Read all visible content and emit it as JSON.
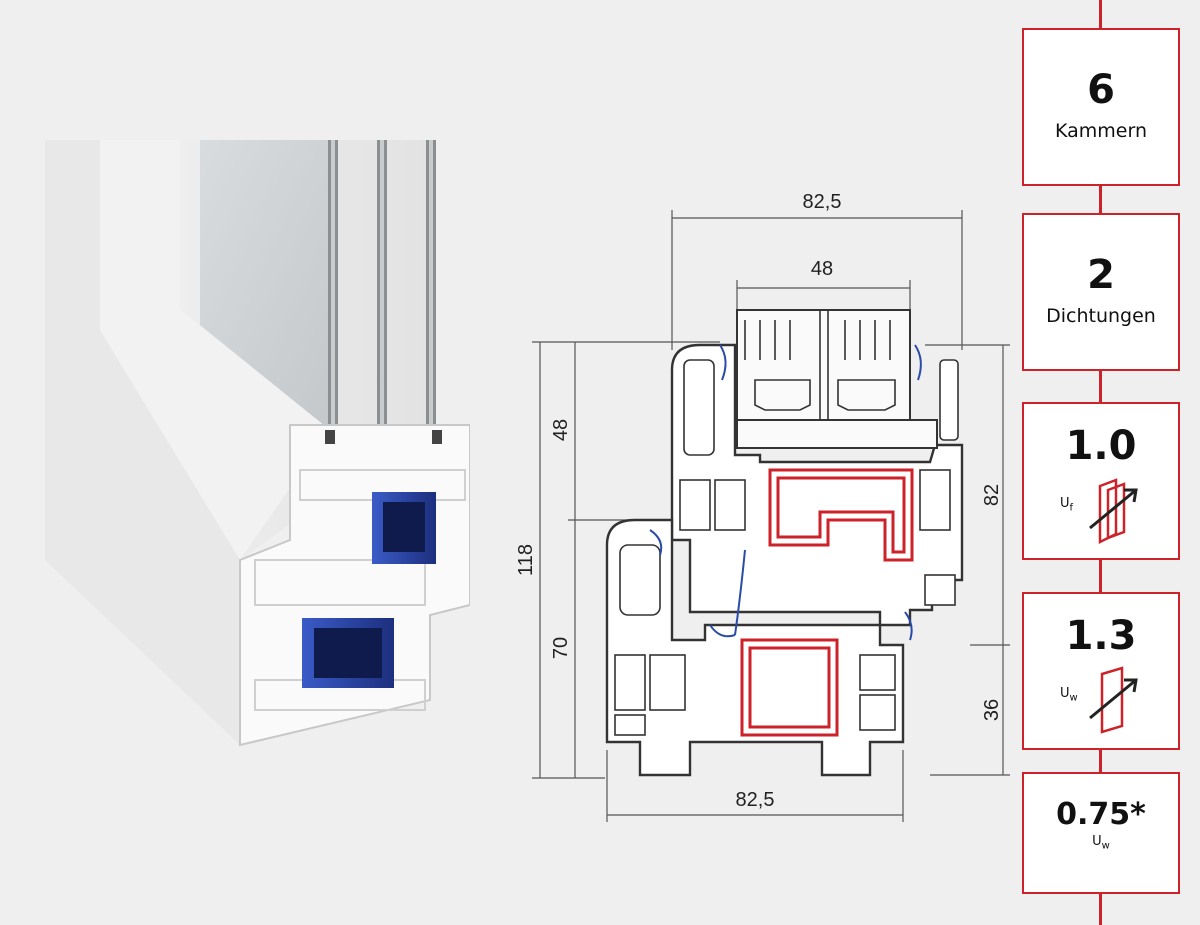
{
  "brand_color": "#cc2229",
  "drawing": {
    "dimensions": {
      "top_width": "82,5",
      "glazing_width": "48",
      "sash_height": "48",
      "total_height": "118",
      "frame_height": "70",
      "right_height": "82",
      "right_lower_height": "36",
      "bottom_width": "82,5"
    }
  },
  "specs": [
    {
      "value": "6",
      "label": "Kammern"
    },
    {
      "value": "2",
      "label": "Dichtungen"
    },
    {
      "value": "1.0",
      "unit_main": "U",
      "unit_sub": "f",
      "icon": "window-frame-icon"
    },
    {
      "value": "1.3",
      "unit_main": "U",
      "unit_sub": "w",
      "icon": "window-icon"
    },
    {
      "value": "0.75*",
      "unit_main": "U",
      "unit_sub": "w"
    }
  ]
}
